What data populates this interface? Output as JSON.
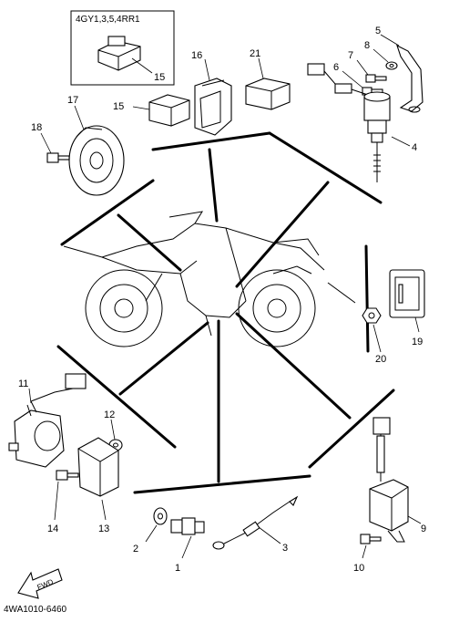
{
  "inset": {
    "model_codes": "4GY1,3,5,4RR1",
    "part_number": "15"
  },
  "parts": {
    "p1": "1",
    "p2": "2",
    "p3": "3",
    "p4": "4",
    "p5": "5",
    "p6": "6",
    "p7": "7",
    "p8": "8",
    "p9": "9",
    "p10": "10",
    "p11": "11",
    "p12": "12",
    "p13": "13",
    "p14": "14",
    "p15": "15",
    "p16": "16",
    "p17": "17",
    "p18": "18",
    "p19": "19",
    "p20": "20",
    "p21": "21"
  },
  "fwd_label": "FWD",
  "diagram_code": "4WA1010-6460"
}
